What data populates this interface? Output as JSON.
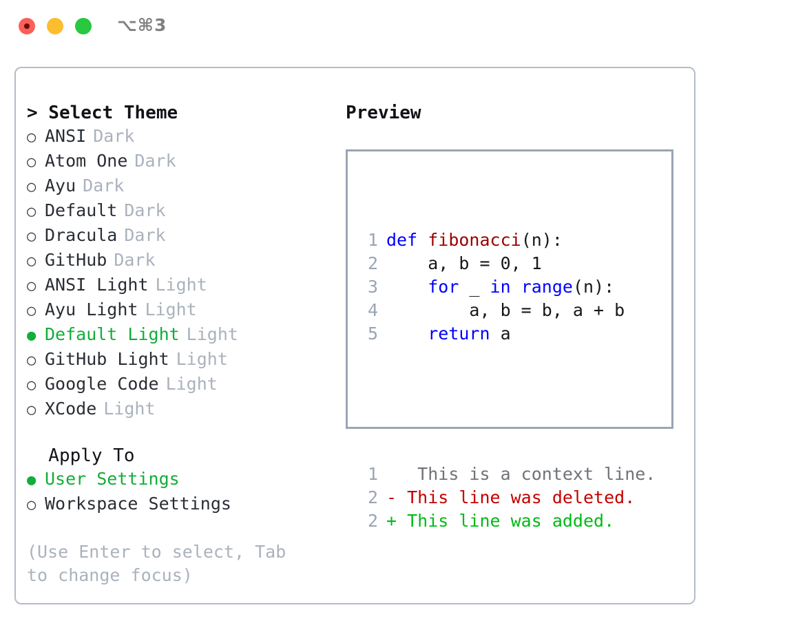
{
  "titlebar": {
    "shortcut": "⌥⌘3",
    "lights": [
      {
        "name": "close",
        "color": "#fb5f5a"
      },
      {
        "name": "minimize",
        "color": "#fcbd2e"
      },
      {
        "name": "maximize",
        "color": "#28c840"
      }
    ]
  },
  "theme_list": {
    "header": "> Select Theme",
    "items": [
      {
        "marker": "○",
        "label": "ANSI",
        "tag": "Dark",
        "selected": false
      },
      {
        "marker": "○",
        "label": "Atom One",
        "tag": "Dark",
        "selected": false
      },
      {
        "marker": "○",
        "label": "Ayu",
        "tag": "Dark",
        "selected": false
      },
      {
        "marker": "○",
        "label": "Default",
        "tag": "Dark",
        "selected": false
      },
      {
        "marker": "○",
        "label": "Dracula",
        "tag": "Dark",
        "selected": false
      },
      {
        "marker": "○",
        "label": "GitHub",
        "tag": "Dark",
        "selected": false
      },
      {
        "marker": "○",
        "label": "ANSI Light",
        "tag": "Light",
        "selected": false
      },
      {
        "marker": "○",
        "label": "Ayu Light",
        "tag": "Light",
        "selected": false
      },
      {
        "marker": "●",
        "label": "Default Light",
        "tag": "Light",
        "selected": true
      },
      {
        "marker": "○",
        "label": "GitHub Light",
        "tag": "Light",
        "selected": false
      },
      {
        "marker": "○",
        "label": "Google Code",
        "tag": "Light",
        "selected": false
      },
      {
        "marker": "○",
        "label": "XCode",
        "tag": "Light",
        "selected": false
      }
    ]
  },
  "apply_to": {
    "header": "  Apply To",
    "items": [
      {
        "marker": "●",
        "label": "User Settings",
        "selected": true
      },
      {
        "marker": "○",
        "label": "Workspace Settings",
        "selected": false
      }
    ]
  },
  "hint": "(Use Enter to select, Tab to change focus)",
  "preview": {
    "title": "Preview",
    "code_lines": [
      {
        "no": "1",
        "tokens": [
          {
            "t": "def",
            "c": "kw"
          },
          {
            "t": " ",
            "c": "def"
          },
          {
            "t": "fibonacci",
            "c": "fn"
          },
          {
            "t": "(n):",
            "c": "def"
          }
        ]
      },
      {
        "no": "2",
        "tokens": [
          {
            "t": "    a, b = 0, 1",
            "c": "def"
          }
        ]
      },
      {
        "no": "3",
        "tokens": [
          {
            "t": "    ",
            "c": "def"
          },
          {
            "t": "for",
            "c": "kw"
          },
          {
            "t": " _ ",
            "c": "def"
          },
          {
            "t": "in",
            "c": "kw"
          },
          {
            "t": " ",
            "c": "def"
          },
          {
            "t": "range",
            "c": "kw"
          },
          {
            "t": "(n):",
            "c": "def"
          }
        ]
      },
      {
        "no": "4",
        "tokens": [
          {
            "t": "        a, b = b, a + b",
            "c": "def"
          }
        ]
      },
      {
        "no": "5",
        "tokens": [
          {
            "t": "    ",
            "c": "def"
          },
          {
            "t": "return",
            "c": "kw"
          },
          {
            "t": " a",
            "c": "def"
          }
        ]
      }
    ],
    "diff_lines": [
      {
        "no": "1",
        "sign": " ",
        "text": "  This is a context line.",
        "kind": "ctx"
      },
      {
        "no": "2",
        "sign": "-",
        "text": " This line was deleted.",
        "kind": "del"
      },
      {
        "no": "2",
        "sign": "+",
        "text": " This line was added.",
        "kind": "add"
      }
    ]
  },
  "colors": {
    "accent_green": "#12ad3a",
    "muted": "#aab2bd",
    "border": "#b3bcc9",
    "preview_border": "#9aa5b4",
    "keyword_blue": "#0000ff",
    "function_red": "#9b0000",
    "diff_delete": "#c40000",
    "diff_add": "#00bb14"
  }
}
